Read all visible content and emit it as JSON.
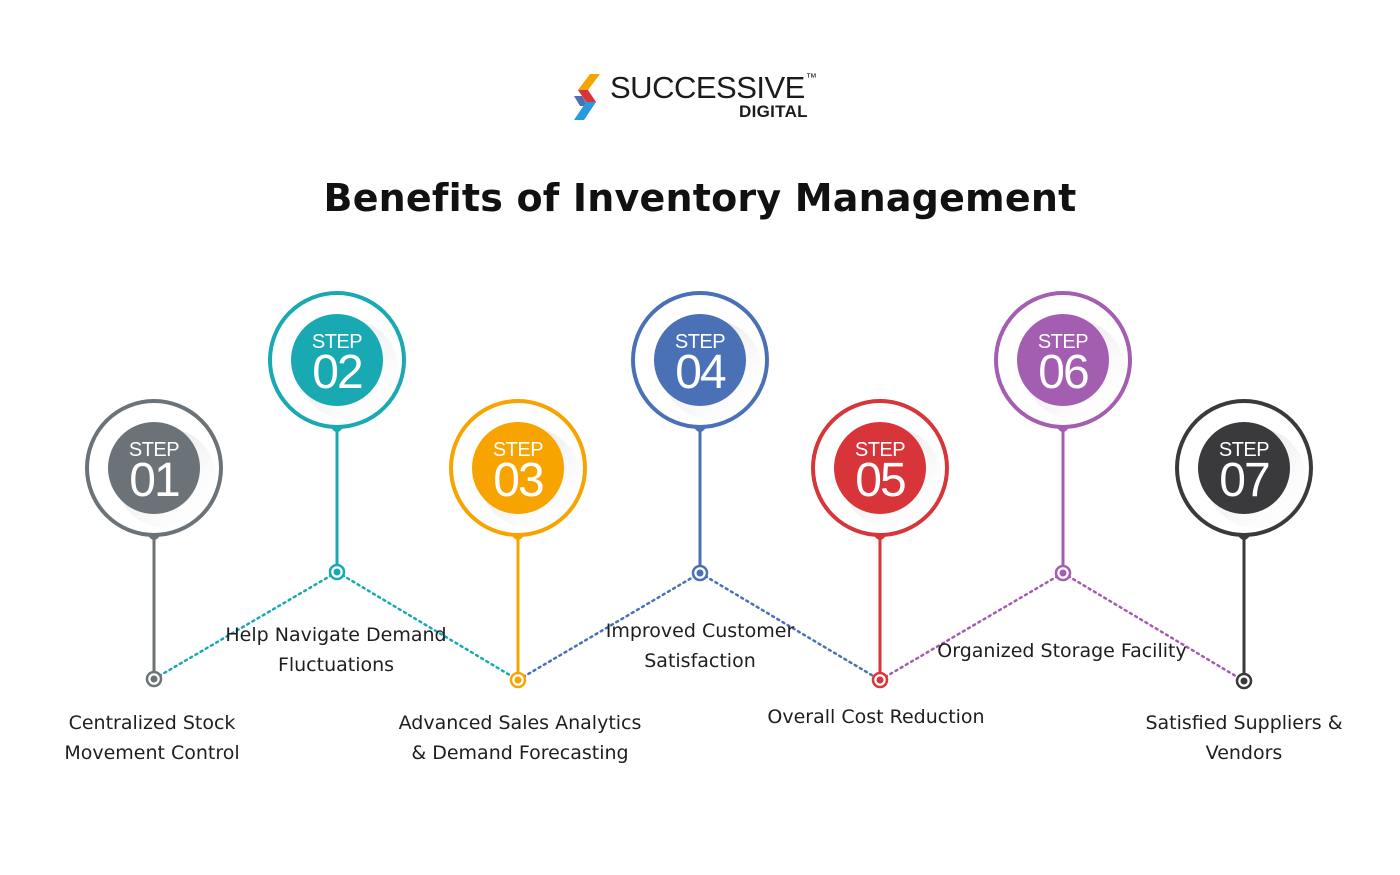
{
  "brand": {
    "name": "SUCCESSIVE",
    "trademark": "™",
    "sub": "DIGITAL"
  },
  "title": "Benefits of Inventory Management",
  "steps": [
    {
      "word": "STEP",
      "number": "01",
      "label": "Centralized Stock Movement Control",
      "color": "#6b7378"
    },
    {
      "word": "STEP",
      "number": "02",
      "label": "Help Navigate Demand Fluctuations",
      "color": "#18a9b3"
    },
    {
      "word": "STEP",
      "number": "03",
      "label": "Advanced Sales Analytics & Demand Forecasting",
      "color": "#f7a400"
    },
    {
      "word": "STEP",
      "number": "04",
      "label": "Improved Customer Satisfaction",
      "color": "#4a71b6"
    },
    {
      "word": "STEP",
      "number": "05",
      "label": "Overall Cost Reduction",
      "color": "#d8353a"
    },
    {
      "word": "STEP",
      "number": "06",
      "label": "Organized Storage Facility",
      "color": "#a35db1"
    },
    {
      "word": "STEP",
      "number": "07",
      "label": "Satisfied Suppliers & Vendors",
      "color": "#3a3a3d"
    }
  ]
}
